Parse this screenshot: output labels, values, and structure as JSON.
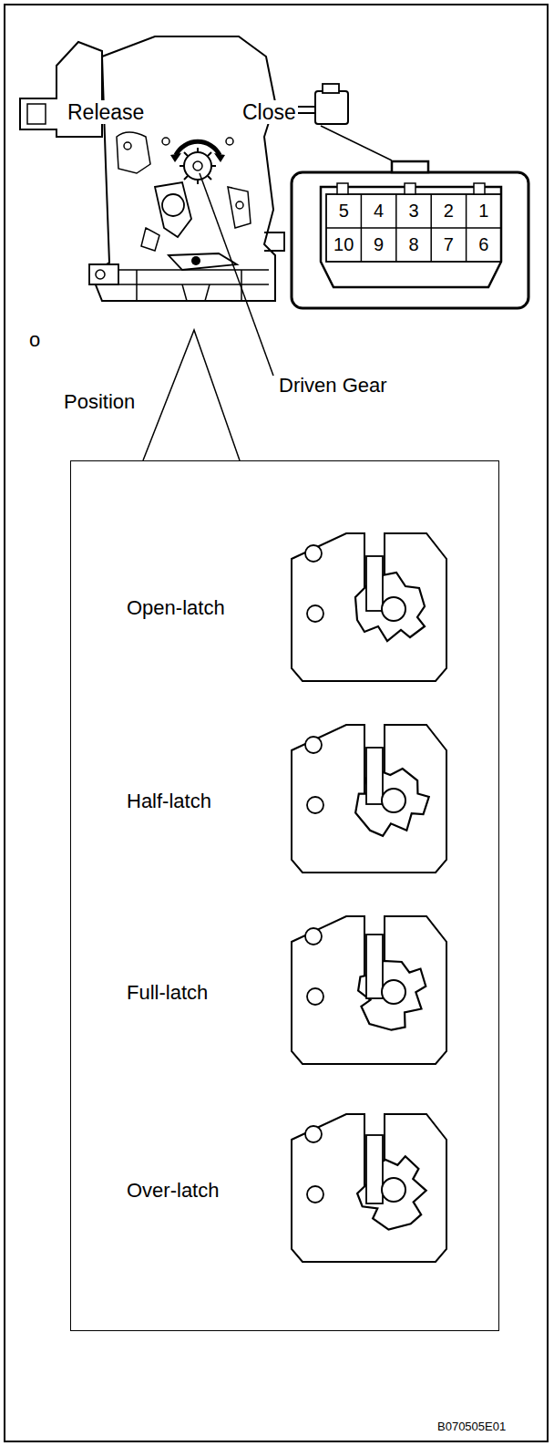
{
  "diagram": {
    "nodes": [
      {
        "text": [
          "5",
          "4",
          "3",
          "2",
          "1",
          "10",
          "9",
          "8",
          "7",
          "6"
        ]
      },
      {
        "text": [
          "Position",
          "Open-latch",
          "Half-latch",
          "Full-latch",
          "Over-latch"
        ]
      }
    ],
    "labels": [
      "Release",
      "Close",
      "o",
      "Driven Gear",
      "B070505E01"
    ]
  }
}
